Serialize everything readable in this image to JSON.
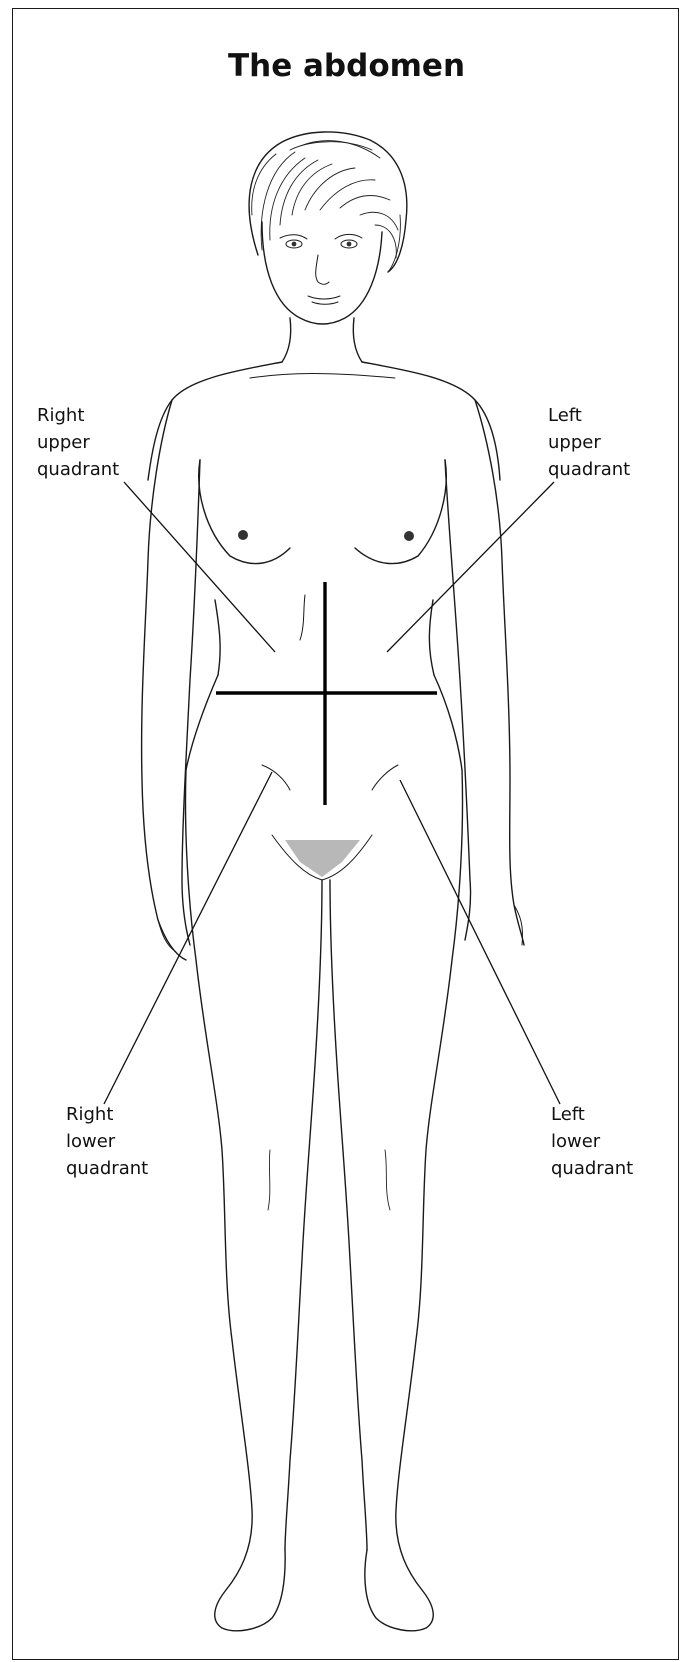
{
  "title": "The abdomen",
  "labels": {
    "right_upper": [
      "Right",
      "upper",
      "quadrant"
    ],
    "left_upper": [
      "Left",
      "upper",
      "quadrant"
    ],
    "right_lower": [
      "Right",
      "lower",
      "quadrant"
    ],
    "left_lower": [
      "Left",
      "lower",
      "quadrant"
    ]
  },
  "colors": {
    "ink": "#111111",
    "background": "#ffffff"
  }
}
